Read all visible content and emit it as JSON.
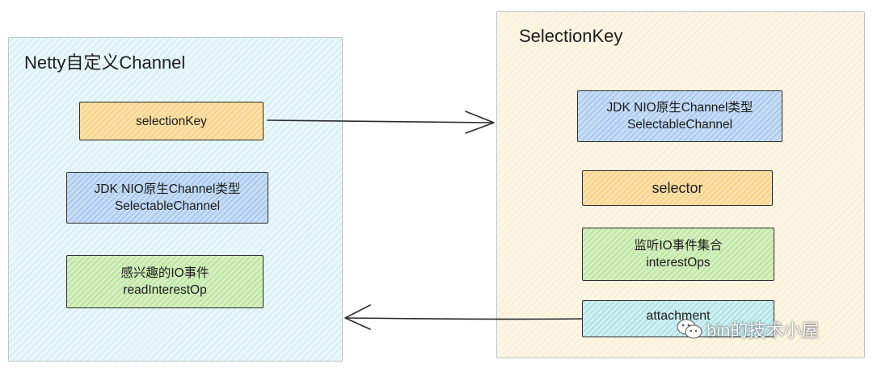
{
  "left_container": {
    "title": "Netty自定义Channel",
    "boxes": [
      {
        "lines": [
          "selectionKey"
        ],
        "color": "#fbe0a8"
      },
      {
        "lines": [
          "JDK NIO原生Channel类型",
          "SelectableChannel"
        ],
        "color": "#c6dcf4"
      },
      {
        "lines": [
          "感兴趣的IO事件",
          "readInterestOp"
        ],
        "color": "#d5efbf"
      }
    ]
  },
  "right_container": {
    "title": "SelectionKey",
    "boxes": [
      {
        "lines": [
          "JDK NIO原生Channel类型",
          "SelectableChannel"
        ],
        "color": "#c6dcf4"
      },
      {
        "lines": [
          "selector"
        ],
        "color": "#fbe0a8"
      },
      {
        "lines": [
          "监听IO事件集合",
          "interestOps"
        ],
        "color": "#d5efbf"
      },
      {
        "lines": [
          "attachment"
        ],
        "color": "#cfeff0"
      }
    ]
  },
  "watermark": {
    "text": "bin的技术小屋",
    "icon": "wechat-icon"
  }
}
